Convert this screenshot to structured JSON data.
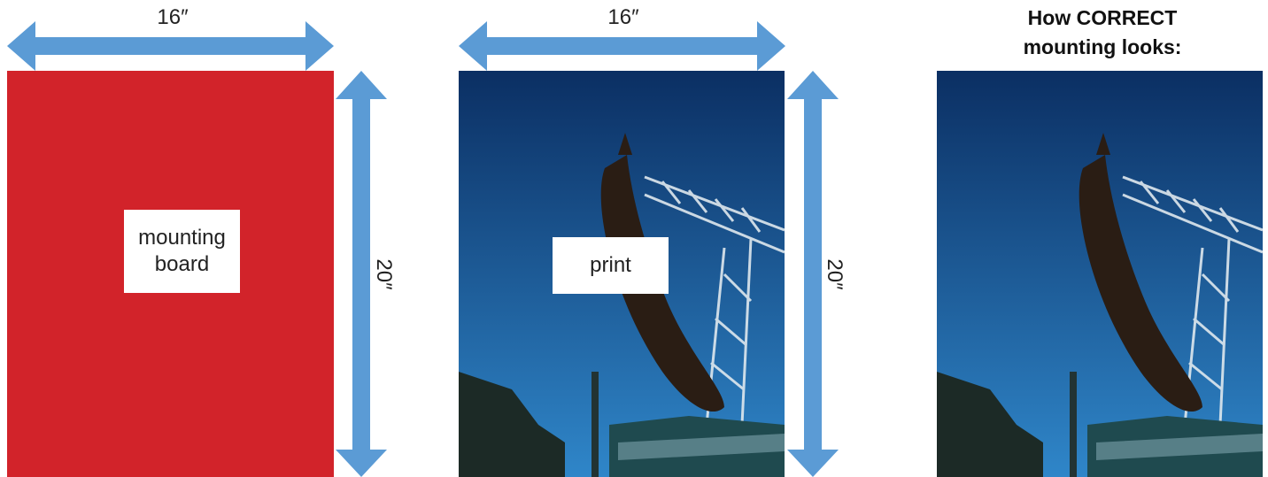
{
  "colors": {
    "board": "#d2232a",
    "arrow": "#5b9bd5",
    "sky_top": "#0b2f63",
    "sky_bottom": "#2f86c9"
  },
  "mounting_board": {
    "width_label": "16″",
    "height_label": "20″",
    "label_lines": [
      "mounting",
      "board"
    ]
  },
  "print": {
    "width_label": "16″",
    "height_label": "20″",
    "label": "print"
  },
  "correct": {
    "title_lines": [
      "How CORRECT",
      "mounting looks:"
    ]
  }
}
